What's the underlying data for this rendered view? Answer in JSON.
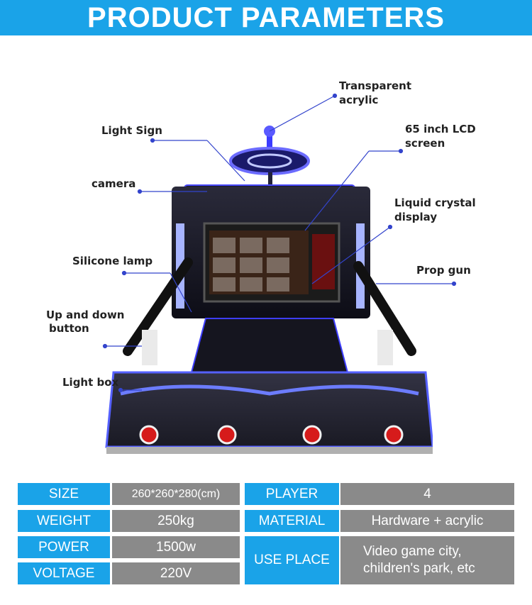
{
  "header": {
    "title": "PRODUCT PARAMETERS"
  },
  "callouts": {
    "transparent_acrylic": [
      "Transparent",
      "acrylic"
    ],
    "light_sign": "Light Sign",
    "lcd_screen": [
      "65 inch LCD",
      "screen"
    ],
    "camera": "camera",
    "liquid_crystal": [
      "Liquid crystal",
      "display"
    ],
    "silicone_lamp": "Silicone lamp",
    "prop_gun": "Prop gun",
    "up_down_button": [
      "Up and down",
      "button"
    ],
    "light_box": "Light box"
  },
  "specs": {
    "size_label": "SIZE",
    "size_value": "260*260*280(cm)",
    "weight_label": "WEIGHT",
    "weight_value": "250kg",
    "power_label": "POWER",
    "power_value": "1500w",
    "voltage_label": "VOLTAGE",
    "voltage_value": "220V",
    "player_label": "PLAYER",
    "player_value": "4",
    "material_label": "MATERIAL",
    "material_value": "Hardware + acrylic",
    "use_place_label": "USE PLACE",
    "use_place_value": [
      "Video game city,",
      "children's park, etc"
    ]
  },
  "colors": {
    "accent": "#1aa3e8",
    "value_bg": "#8a8a8a",
    "leader_line": "#3344cc"
  }
}
